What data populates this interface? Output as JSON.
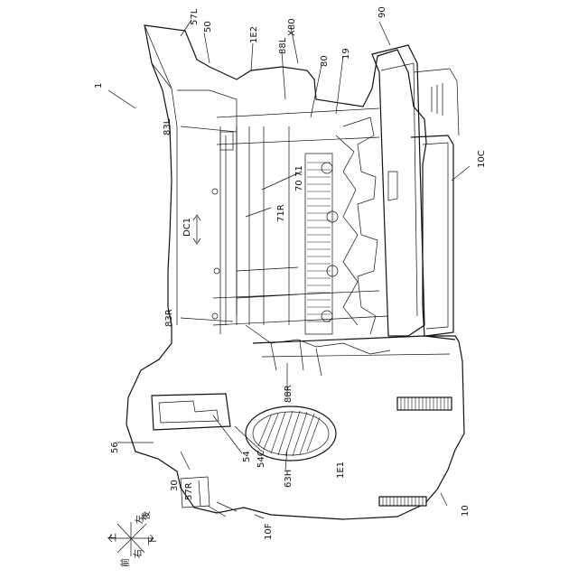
{
  "labels": {
    "l1": "1",
    "l57L": "57L",
    "l50": "50",
    "l1E2": "1E2",
    "l88L": "88L",
    "lX80": "X80",
    "l90": "90",
    "l80": "80",
    "l19": "19",
    "l83L": "83L",
    "l10C": "10C",
    "l70": "70",
    "l71": "71",
    "lDC1": "DC1",
    "l71R": "71R",
    "l83R": "83R",
    "l88R": "88R",
    "l56": "56",
    "l54": "54",
    "l54C": "54C",
    "l63H": "63H",
    "l1E1": "1E1",
    "l30": "30",
    "l57R": "57R",
    "l10": "10",
    "l10F": "10F"
  },
  "compass": {
    "up": "上",
    "left": "左",
    "back": "後",
    "down": "下",
    "front": "前",
    "right": "右"
  }
}
